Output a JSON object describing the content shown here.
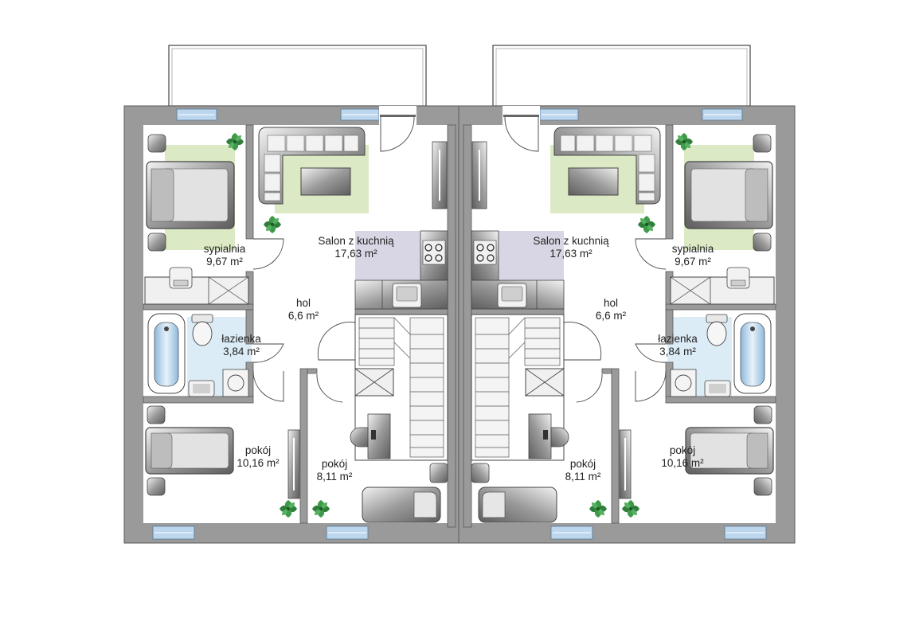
{
  "floor_plan": {
    "left_unit": {
      "salon": {
        "name": "Salon z kuchnią",
        "area": "17,63 m²"
      },
      "sypialnia": {
        "name": "sypialnia",
        "area": "9,67 m²"
      },
      "hol": {
        "name": "hol",
        "area": "6,6 m²"
      },
      "lazienka": {
        "name": "łazienka",
        "area": "3,84 m²"
      },
      "pokoj_large": {
        "name": "pokój",
        "area": "10,16 m²"
      },
      "pokoj_small": {
        "name": "pokój",
        "area": "8,11 m²"
      }
    },
    "right_unit": {
      "salon": {
        "name": "Salon z kuchnią",
        "area": "17,63 m²"
      },
      "sypialnia": {
        "name": "sypialnia",
        "area": "9,67 m²"
      },
      "hol": {
        "name": "hol",
        "area": "6,6 m²"
      },
      "lazienka": {
        "name": "łazienka",
        "area": "3,84 m²"
      },
      "pokoj_large": {
        "name": "pokój",
        "area": "10,16 m²"
      },
      "pokoj_small": {
        "name": "pokój",
        "area": "8,11 m²"
      }
    }
  },
  "colors": {
    "wall": "#9a9a9a",
    "wall_edge": "#5a5a5a",
    "rug": "#dbeac4",
    "kitchen_floor": "#d8d6e4",
    "bathroom_floor": "#dcecf6",
    "window": "#bcd6ee",
    "plant": "#3f9a4a"
  }
}
